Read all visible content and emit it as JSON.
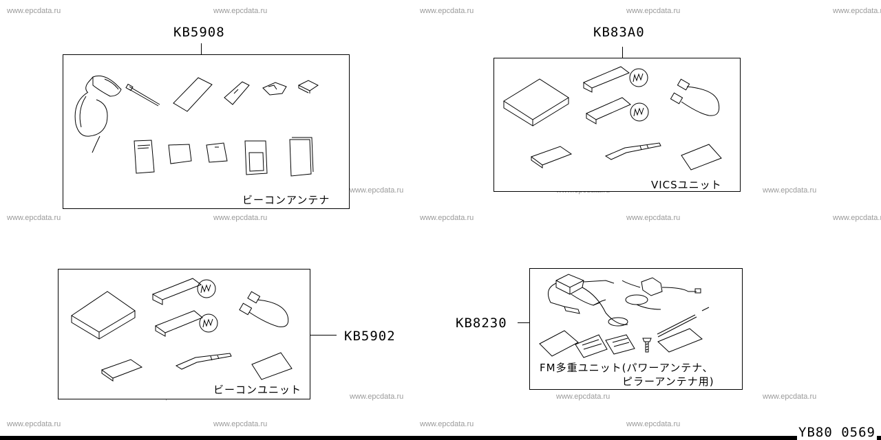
{
  "watermark_text": "www.epcdata.ru",
  "kits": [
    {
      "code": "KB5908",
      "caption": "ビーコンアンテナ"
    },
    {
      "code": "KB83A0",
      "caption": "VICSユニット"
    },
    {
      "code": "KB5902",
      "caption": "ビーコンユニット"
    },
    {
      "code": "KB8230",
      "caption_line1": "FM多重ユニット(パワーアンテナ、",
      "caption_line2": "ピラーアンテナ用)"
    }
  ],
  "doc_number": "YB80 0569"
}
